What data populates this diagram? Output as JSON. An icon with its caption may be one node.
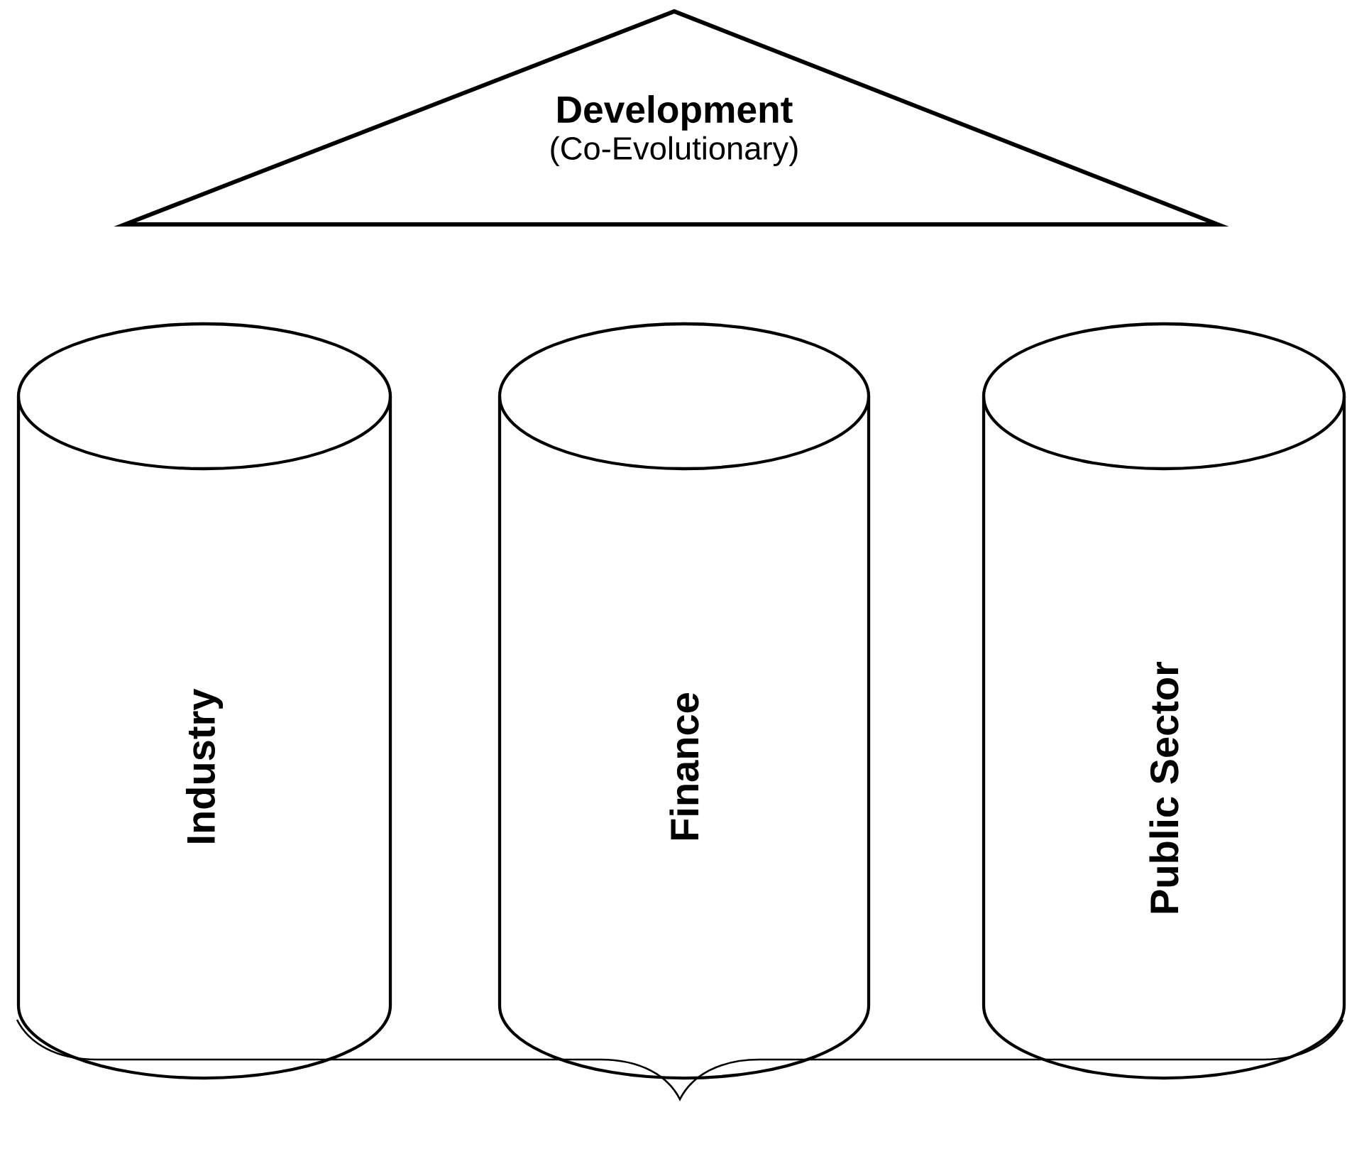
{
  "diagram": {
    "nodes": [
      {
        "text": [
          "Development",
          "(Co-Evolutionary)"
        ]
      },
      {
        "text": [
          "Industry"
        ]
      },
      {
        "text": [
          "Finance"
        ]
      },
      {
        "text": [
          "Public Sector"
        ]
      }
    ]
  }
}
